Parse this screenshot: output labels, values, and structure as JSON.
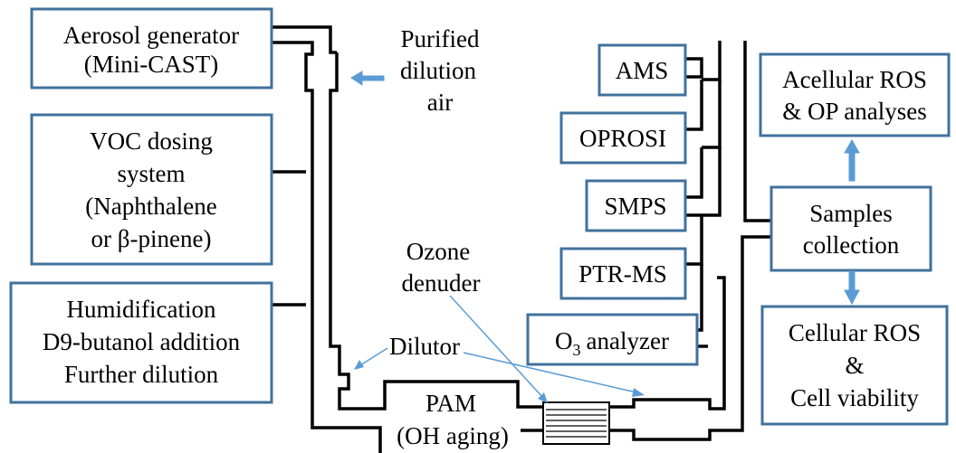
{
  "diagram": {
    "boxes": {
      "aerosol_generator": [
        "Aerosol generator",
        "(Mini-CAST)"
      ],
      "voc_dosing": [
        "VOC dosing",
        "system",
        "(Naphthalene",
        "or β-pinene)"
      ],
      "humidification": [
        "Humidification",
        "D9-butanol addition",
        "Further dilution"
      ],
      "ams": "AMS",
      "oprosi": "OPROSI",
      "smps": "SMPS",
      "ptr_ms": "PTR-MS",
      "o3_analyzer": "analyzer",
      "acellular": [
        "Acellular ROS",
        "& OP analyses"
      ],
      "samples": [
        "Samples",
        "collection"
      ],
      "cellular": [
        "Cellular ROS",
        "&",
        "Cell viability"
      ]
    },
    "o3_analyzer_prefix": "O",
    "o3_analyzer_subscript": "3",
    "labels": {
      "purified_air": [
        "Purified",
        "dilution",
        "air"
      ],
      "ozone_denuder": [
        "Ozone",
        "denuder"
      ],
      "dilutor": "Dilutor",
      "pam": [
        "PAM",
        "(OH aging)"
      ]
    },
    "colors": {
      "box_border": "#41719C",
      "arrow": "#5B9BD5",
      "pipe": "#000000",
      "background": "#ffffff"
    }
  }
}
